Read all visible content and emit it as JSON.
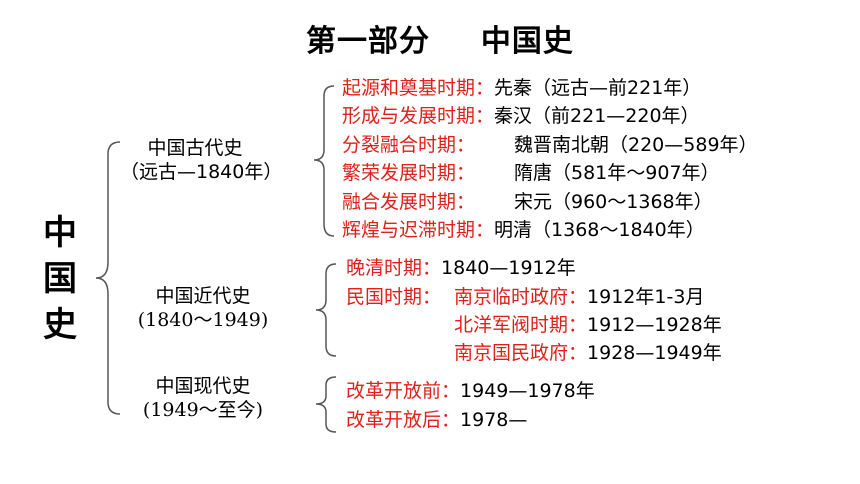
{
  "title": {
    "part": "第一部分",
    "subject": "中国史"
  },
  "root": {
    "chars": [
      "中",
      "国",
      "史"
    ]
  },
  "ancient": {
    "name": "中国古代史",
    "range": "（远古—1840年）",
    "periods": [
      {
        "label": "起源和奠基时期：",
        "value": "先秦（远古—前221年）"
      },
      {
        "label": "形成与发展时期：",
        "value": "秦汉（前221—220年）"
      },
      {
        "label": "分裂融合时期：",
        "value": "魏晋南北朝（220—589年）"
      },
      {
        "label": "繁荣发展时期：",
        "value": "隋唐（581年～907年）"
      },
      {
        "label": "融合发展时期：",
        "value": "宋元（960～1368年）"
      },
      {
        "label": "辉煌与迟滞时期：",
        "value": "明清（1368～1840年）"
      }
    ]
  },
  "modern": {
    "name": "中国近代史",
    "range": "(1840～1949)",
    "late_qing": {
      "label": "晚清时期：",
      "value": "1840—1912年"
    },
    "republic": {
      "label": "民国时期：",
      "govs": [
        {
          "label": "南京临时政府：",
          "value": "1912年1-3月"
        },
        {
          "label": "北洋军阀时期：",
          "value": "1912—1928年"
        },
        {
          "label": "南京国民政府：",
          "value": "1928—1949年"
        }
      ]
    }
  },
  "contemporary": {
    "name": "中国现代史",
    "range": "(1949～至今)",
    "periods": [
      {
        "label": "改革开放前：",
        "value": "1949—1978年"
      },
      {
        "label": "改革开放后：",
        "value": "1978—"
      }
    ]
  },
  "colors": {
    "accent": "#e0201b",
    "text": "#000000",
    "line": "#555555"
  }
}
